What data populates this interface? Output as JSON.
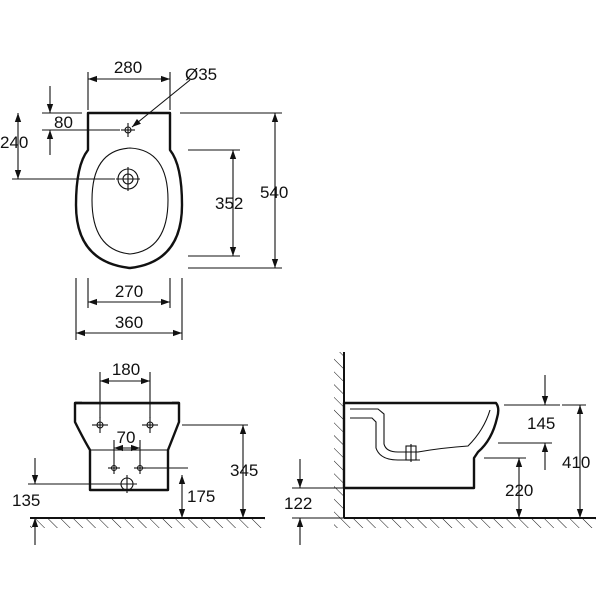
{
  "top_view": {
    "width_top": "280",
    "hole_diameter": "Ø35",
    "offset_80": "80",
    "offset_240": "240",
    "depth_352": "352",
    "length_540": "540",
    "width_270": "270",
    "width_360": "360"
  },
  "front_view": {
    "width_180": "180",
    "width_70": "70",
    "height_345": "345",
    "height_175": "175",
    "height_135": "135"
  },
  "side_view": {
    "height_145": "145",
    "height_410": "410",
    "height_220": "220",
    "height_122": "122"
  }
}
